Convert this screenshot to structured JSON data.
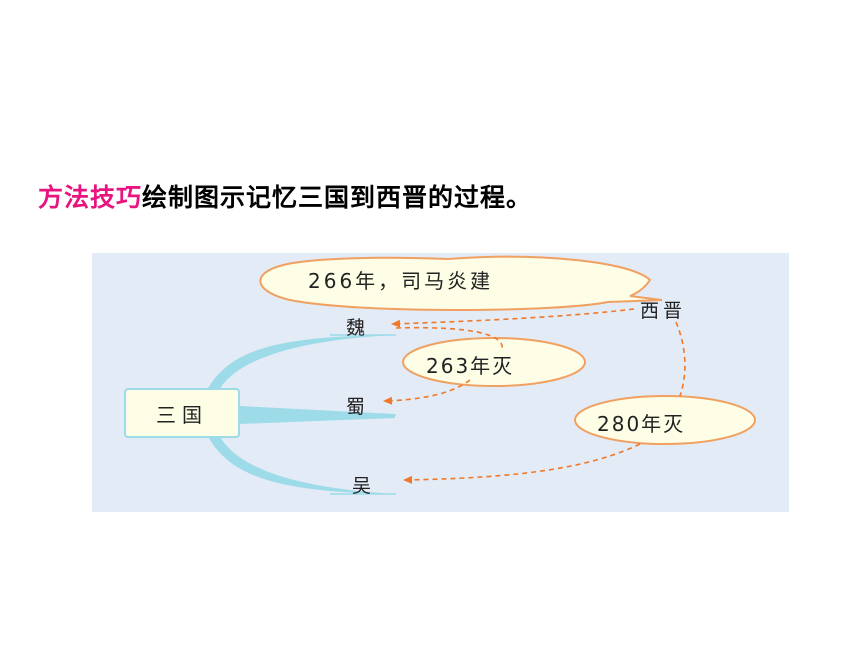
{
  "heading": {
    "tag": "方法技巧",
    "text": "绘制图示记忆三国到西晋的过程。"
  },
  "diagram": {
    "root": "三国",
    "kingdoms": [
      "魏",
      "蜀",
      "吴"
    ],
    "successor": "西晋",
    "callouts": {
      "jin_founded": "266年，司马炎建",
      "shu_destroyed": "263年灭",
      "wu_destroyed": "280年灭"
    },
    "colors": {
      "title_accent": "#e8147f",
      "panel_bg": "#e3ebf6",
      "callout_fill": "#fefde6",
      "callout_stroke": "#f0a060",
      "arrow": "#f07828",
      "branch": "#9edbe9"
    }
  }
}
